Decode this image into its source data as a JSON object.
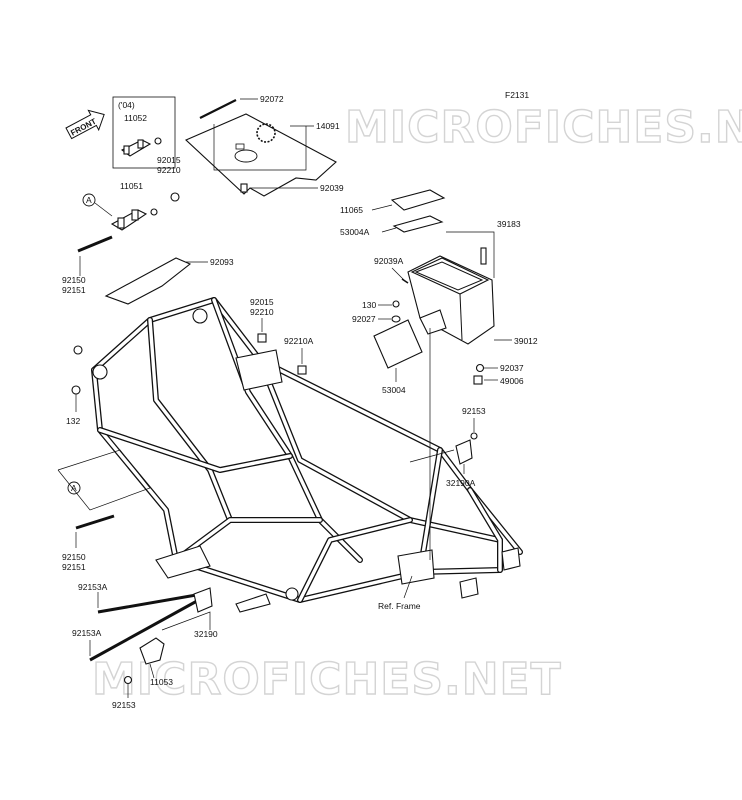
{
  "figure_code": "F2131",
  "front_marker": "FRONT",
  "watermark": "MICROFICHES.NET",
  "inset_note": "('04)",
  "ref_label": "Ref. Frame",
  "callouts": [
    {
      "id": "A",
      "label": "A"
    },
    {
      "id": "A2",
      "label": "A"
    }
  ],
  "parts": [
    {
      "number": "11052"
    },
    {
      "number": "92072"
    },
    {
      "number": "14091"
    },
    {
      "number": "92015"
    },
    {
      "number": "92210"
    },
    {
      "number": "92039"
    },
    {
      "number": "11051"
    },
    {
      "number": "11065"
    },
    {
      "number": "39183"
    },
    {
      "number": "53004A"
    },
    {
      "number": "92150"
    },
    {
      "number": "92151"
    },
    {
      "number": "92093"
    },
    {
      "number": "92039A"
    },
    {
      "number": "130"
    },
    {
      "number": "92027"
    },
    {
      "number": "92015"
    },
    {
      "number": "92210"
    },
    {
      "number": "92210A"
    },
    {
      "number": "39012"
    },
    {
      "number": "92037"
    },
    {
      "number": "49006"
    },
    {
      "number": "53004"
    },
    {
      "number": "132"
    },
    {
      "number": "92153"
    },
    {
      "number": "32190A"
    },
    {
      "number": "92150"
    },
    {
      "number": "92151"
    },
    {
      "number": "92153A"
    },
    {
      "number": "92153A"
    },
    {
      "number": "32190"
    },
    {
      "number": "11053"
    },
    {
      "number": "92153"
    }
  ]
}
